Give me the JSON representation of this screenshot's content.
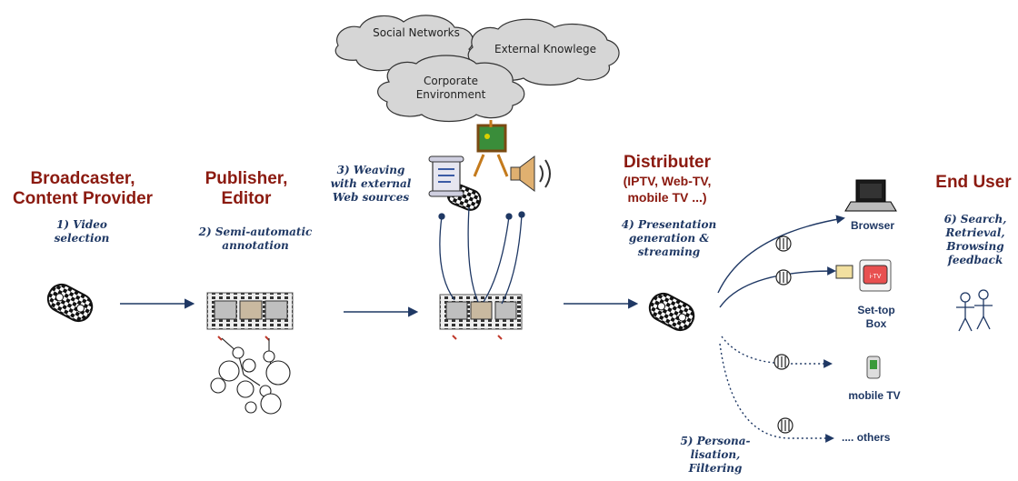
{
  "clouds": [
    {
      "id": "social",
      "lines": [
        "Social Networks"
      ]
    },
    {
      "id": "external",
      "lines": [
        "External Knowlege"
      ]
    },
    {
      "id": "corporate",
      "lines": [
        "Corporate",
        "Environment"
      ]
    }
  ],
  "stages": {
    "broadcaster": [
      "Broadcaster,",
      "Content Provider"
    ],
    "publisher": [
      "Publisher,",
      "Editor"
    ],
    "distributer": {
      "title": "Distributer",
      "sub": [
        "(IPTV, Web-TV,",
        "mobile TV ...)"
      ]
    },
    "end_user": [
      "End User"
    ]
  },
  "steps": {
    "s1": [
      "1) Video",
      "selection"
    ],
    "s2": [
      "2) Semi-automatic",
      "annotation"
    ],
    "s3": [
      "3) Weaving",
      "with external",
      "Web sources"
    ],
    "s4": [
      "4) Presentation",
      "generation &",
      "streaming"
    ],
    "s5": [
      "5) Persona-",
      "lisation,",
      "Filtering"
    ],
    "s6": [
      "6) Search,",
      "Retrieval,",
      "Browsing",
      "feedback"
    ]
  },
  "devices": {
    "browser": [
      "Browser"
    ],
    "settop": [
      "Set-top",
      "Box"
    ],
    "mobile": [
      "mobile TV"
    ],
    "others": [
      "others"
    ],
    "others_dots": "....",
    "settop_screen": "i-TV"
  },
  "colors": {
    "stage_title": "#8b1a10",
    "step_text": "#1f3864",
    "arrow": "#1f3864",
    "cloud_fill": "#d6d6d6",
    "cloud_stroke": "#333333"
  },
  "icons": [
    "film-reel-icon",
    "annotated-filmstrip-icon",
    "concept-graph-icon",
    "scroll-document-icon",
    "painting-easel-icon",
    "speaker-icon",
    "filter-icon",
    "laptop-icon",
    "settop-box-icon",
    "mobile-phone-icon",
    "people-icon"
  ]
}
